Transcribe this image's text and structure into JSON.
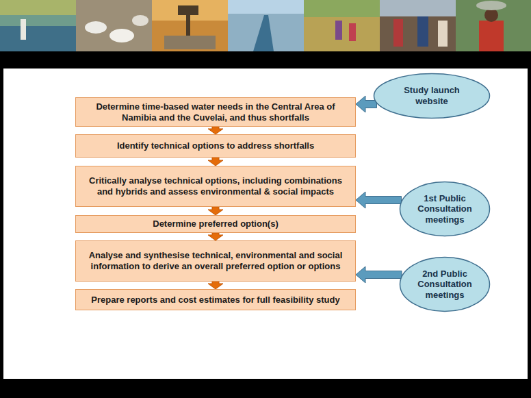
{
  "diagram": {
    "nodes": [
      {
        "text": [
          "Determine time-based water needs in the Central Area of Namibia and the Cuvelai, and thus shortfalls"
        ]
      },
      {
        "text": [
          "Study launch website"
        ]
      },
      {
        "text": [
          "Identify technical options to address shortfalls"
        ]
      },
      {
        "text": [
          "Critically analyse technical options, including combinations and hybrids and assess environmental & social impacts"
        ]
      },
      {
        "text": [
          "1st Public Consultation meetings"
        ]
      },
      {
        "text": [
          "Determine preferred option(s)"
        ]
      },
      {
        "text": [
          "Analyse and synthesise technical, environmental and social information to derive an overall preferred option or options"
        ]
      },
      {
        "text": [
          "2nd Public Consultation meetings"
        ]
      },
      {
        "text": [
          "Prepare reports and cost estimates for full feasibility study"
        ]
      }
    ],
    "edges": [
      {
        "from": 0,
        "to": 2,
        "arrow": "to"
      },
      {
        "from": 2,
        "to": 3,
        "arrow": "to"
      },
      {
        "from": 3,
        "to": 5,
        "arrow": "to"
      },
      {
        "from": 5,
        "to": 6,
        "arrow": "to"
      },
      {
        "from": 6,
        "to": 8,
        "arrow": "to"
      },
      {
        "from": 1,
        "to": 0,
        "arrow": "to"
      },
      {
        "from": 4,
        "to": 3,
        "arrow": "to"
      },
      {
        "from": 7,
        "to": 6,
        "arrow": "to"
      }
    ]
  }
}
